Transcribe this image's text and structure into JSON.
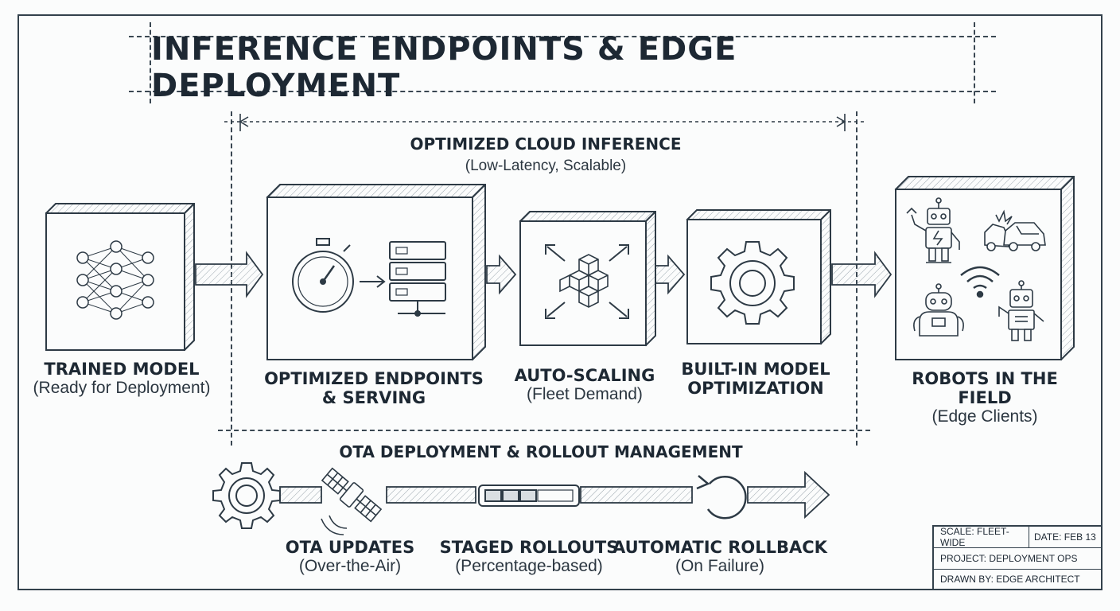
{
  "title": "INFERENCE ENDPOINTS & EDGE DEPLOYMENT",
  "cloud": {
    "title": "OPTIMIZED CLOUD INFERENCE",
    "subtitle": "(Low-Latency, Scalable)"
  },
  "stages": [
    {
      "title": "TRAINED MODEL",
      "subtitle": "(Ready for Deployment)",
      "icon": "neural-network-icon"
    },
    {
      "title_line1": "OPTIMIZED ENDPOINTS",
      "title_line2": "& SERVING",
      "icon": "stopwatch-server-icon"
    },
    {
      "title": "AUTO-SCALING",
      "subtitle": "(Fleet Demand)",
      "icon": "scaling-cubes-icon"
    },
    {
      "title_line1": "BUILT-IN MODEL",
      "title_line2": "OPTIMIZATION",
      "icon": "gear-icon"
    },
    {
      "title": "ROBOTS IN THE FIELD",
      "subtitle": "(Edge Clients)",
      "icon": "robots-fleet-icon"
    }
  ],
  "ota": {
    "title": "OTA DEPLOYMENT & ROLLOUT MANAGEMENT",
    "steps": [
      {
        "title": "OTA UPDATES",
        "subtitle": "(Over-the-Air)",
        "icon": "satellite-icon"
      },
      {
        "title": "STAGED ROLLOUTS",
        "subtitle": "(Percentage-based)",
        "icon": "progress-bar-icon"
      },
      {
        "title": "AUTOMATIC ROLLBACK",
        "subtitle": "(On Failure)",
        "icon": "rollback-icon"
      }
    ]
  },
  "title_block": {
    "scale": "SCALE: FLEET-WIDE",
    "date": "DATE: FEB 13",
    "project": "PROJECT: DEPLOYMENT OPS",
    "drawn_by": "DRAWN BY: EDGE ARCHITECT"
  },
  "colors": {
    "ink": "#1f2a33",
    "paper": "#fbfcfc",
    "arrow_fill": "#eef1f3"
  }
}
